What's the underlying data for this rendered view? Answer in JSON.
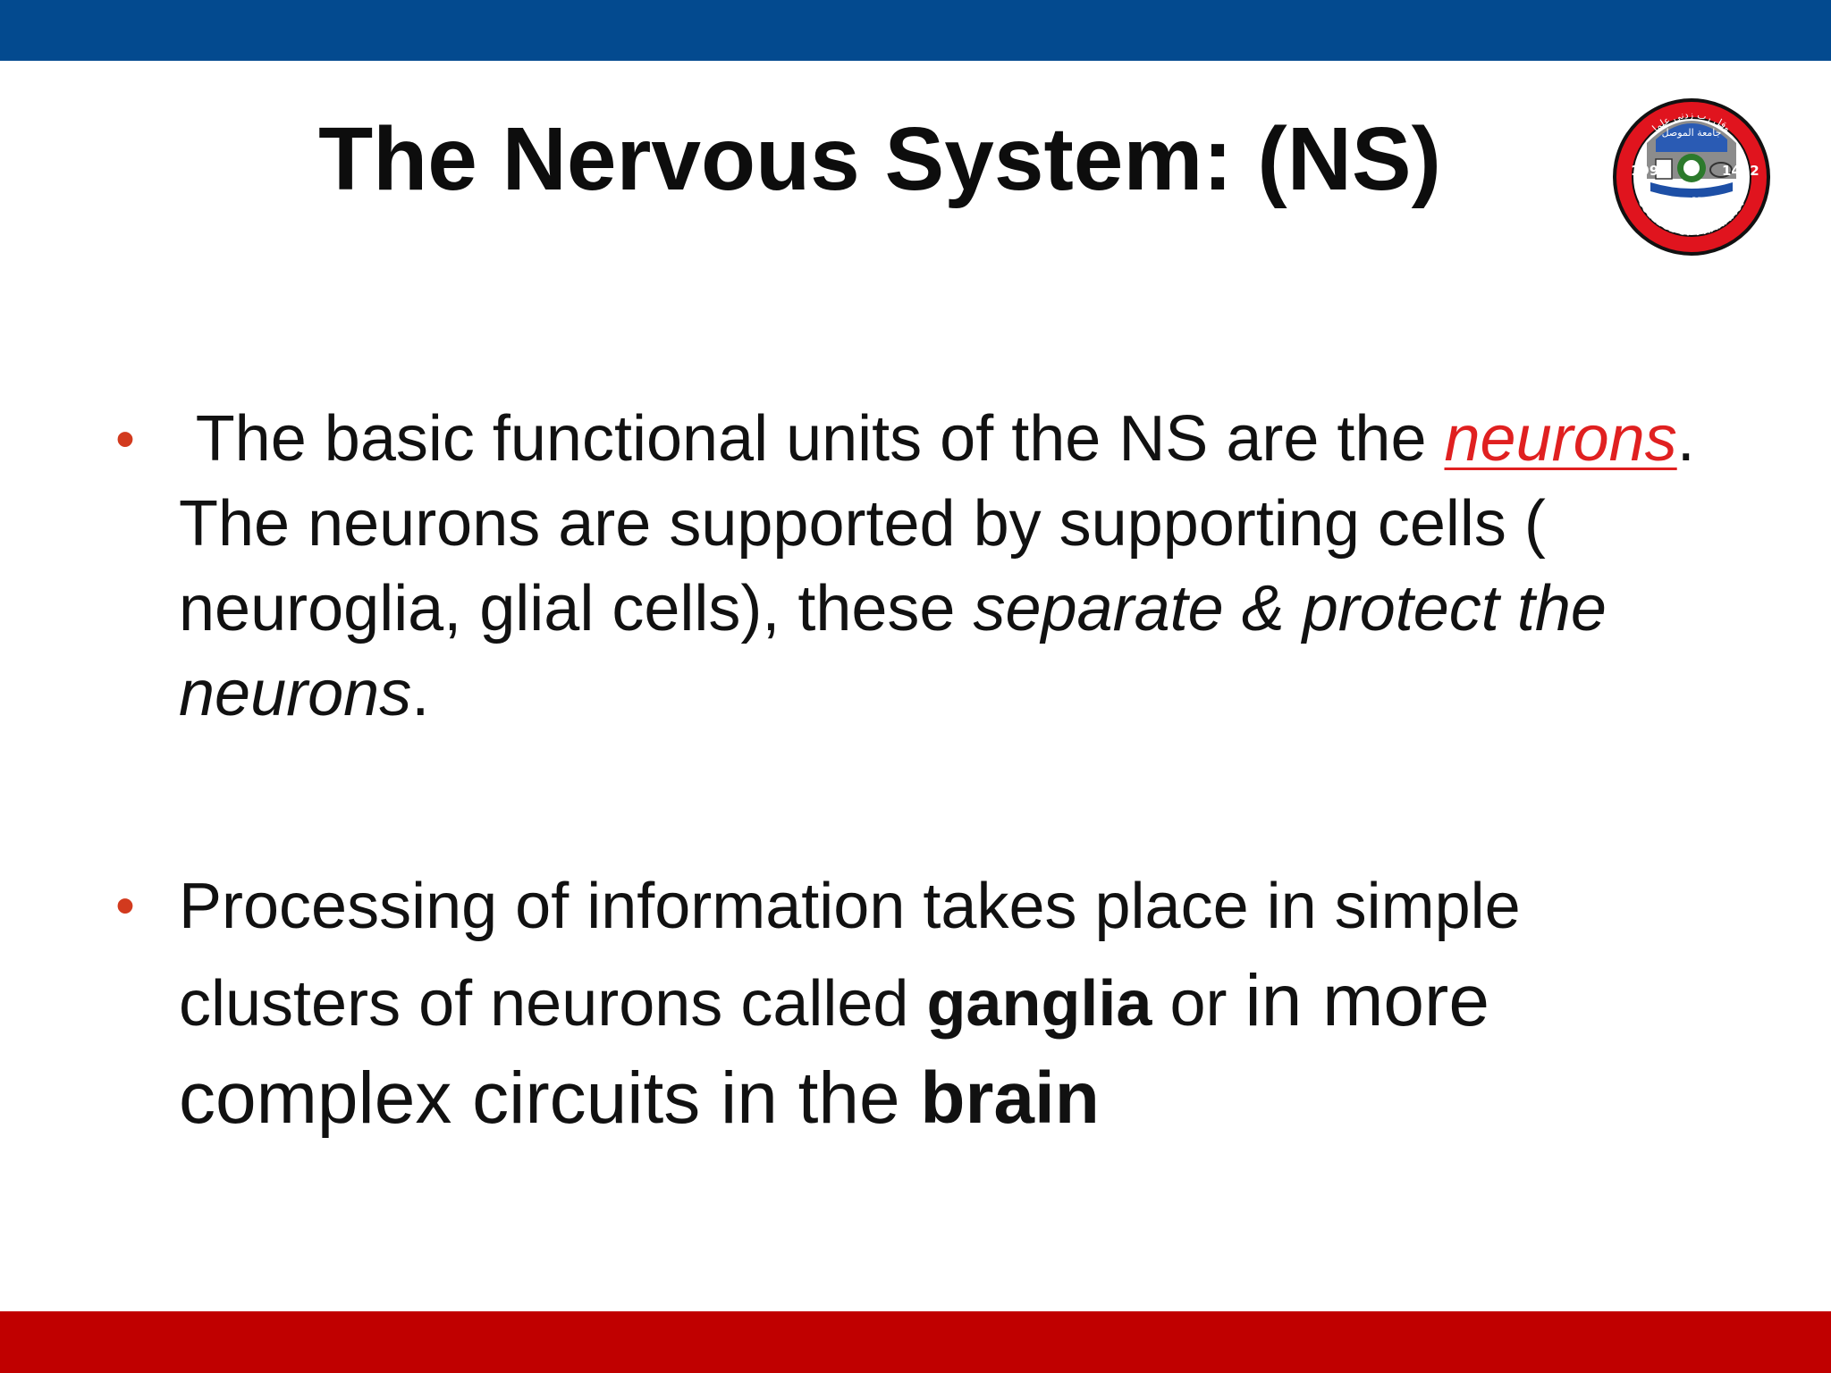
{
  "slide": {
    "title": "The Nervous System: (NS)",
    "colors": {
      "top_bar": "#034a8f",
      "bottom_bar": "#c00000",
      "bullet": "#d23a1e",
      "link": "#e02020"
    },
    "logo": {
      "icon": "college-of-pharmacy-seal-icon",
      "year_left": "1992",
      "year_right": "1412",
      "caption_en": "COLLEGE OF PHARMACY",
      "caption_ar": "كلية الصيدلة",
      "university_ar": "جامعة الموصل",
      "motto_ar": "وقل رب زدني علما"
    },
    "bullets": [
      {
        "marker": "•",
        "lead": " The basic functional units of the NS are the ",
        "link_text": "neurons",
        "mid": ". The neurons are supported by supporting cells ( neuroglia, glial cells), these ",
        "emphasis": "separate & protect the neurons",
        "tail": "."
      },
      {
        "marker": "•",
        "lead": "Processing of information takes place in simple clusters of neurons called ",
        "bold1": "ganglia",
        "mid": " or ",
        "large_text": "in more complex circuits in the ",
        "bold2": "brain"
      }
    ]
  }
}
